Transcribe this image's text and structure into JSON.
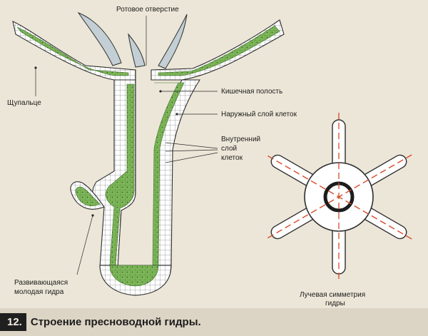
{
  "labels": {
    "mouth": "Ротовое отверстие",
    "tentacle": "Щупальце",
    "gut_cavity": "Кишечная полость",
    "outer_layer": "Наружный слой клеток",
    "inner_layer_1": "Внутренний",
    "inner_layer_2": "слой",
    "inner_layer_3": "клеток",
    "bud_1": "Развивающаяся",
    "bud_2": "молодая гидра",
    "symmetry_1": "Лучевая симметрия",
    "symmetry_2": "гидры"
  },
  "caption": {
    "number": "12.",
    "title": "Строение пресноводной гидры."
  },
  "colors": {
    "ectoderm": "#ffffff",
    "endoderm": "#7fb85a",
    "outline": "#2e2e2e",
    "tentacle_tip": "#c3cfd4",
    "symmetry_axis": "#d84a2a",
    "background": "#ece6d8"
  }
}
